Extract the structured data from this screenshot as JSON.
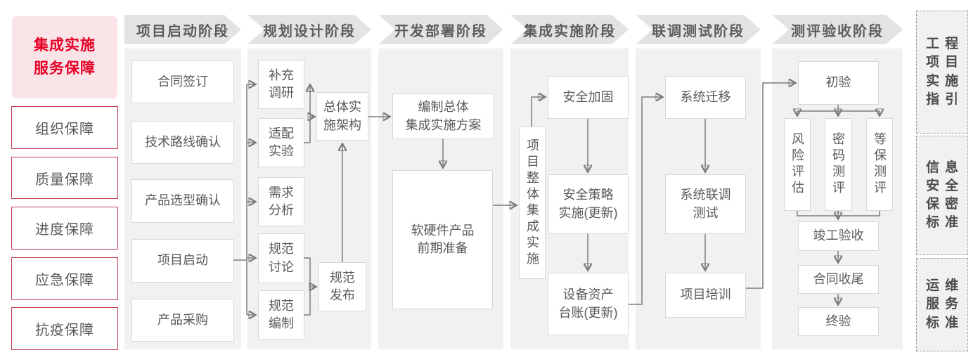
{
  "legend": {
    "title": "集成实施\n服务保障",
    "items": [
      {
        "label": "组织保障"
      },
      {
        "label": "质量保障"
      },
      {
        "label": "进度保障"
      },
      {
        "label": "应急保障"
      },
      {
        "label": "抗疫保障"
      }
    ]
  },
  "phases": [
    {
      "label": "项目启动阶段",
      "boxes": [
        {
          "label": "合同签订"
        },
        {
          "label": "技术路线确认"
        },
        {
          "label": "产品选型确认"
        },
        {
          "label": "项目启动"
        },
        {
          "label": "产品采购"
        }
      ]
    },
    {
      "label": "规划设计阶段",
      "boxes": [
        {
          "label": "补充\n调研"
        },
        {
          "label": "适配\n实验"
        },
        {
          "label": "需求\n分析"
        },
        {
          "label": "规范\n讨论"
        },
        {
          "label": "规范\n编制"
        },
        {
          "label": "总体实\n施架构"
        },
        {
          "label": "规范\n发布"
        }
      ]
    },
    {
      "label": "开发部署阶段",
      "boxes": [
        {
          "label": "编制总体\n集成实施方案"
        },
        {
          "label": "软硬件产品\n前期准备"
        }
      ]
    },
    {
      "label": "集成实施阶段",
      "boxes": [
        {
          "label": "项目整体集成实施"
        },
        {
          "label": "安全加固"
        },
        {
          "label": "安全策略\n实施(更新)"
        },
        {
          "label": "设备资产\n台账(更新)"
        }
      ]
    },
    {
      "label": "联调测试阶段",
      "boxes": [
        {
          "label": "系统迁移"
        },
        {
          "label": "系统联调\n测试"
        },
        {
          "label": "项目培训"
        }
      ]
    },
    {
      "label": "测评验收阶段",
      "boxes": [
        {
          "label": "初验"
        },
        {
          "label": "风险评估"
        },
        {
          "label": "密码测评"
        },
        {
          "label": "等保测评"
        },
        {
          "label": "竣工验收"
        },
        {
          "label": "合同收尾"
        },
        {
          "label": "终验"
        }
      ]
    }
  ],
  "standards": [
    {
      "label": "工程\n项目\n实施\n指引"
    },
    {
      "label": "信息\n安全\n保密\n标准"
    },
    {
      "label": "运维\n服务\n标准"
    }
  ],
  "colors": {
    "accent_red": "#e60025",
    "legend_pink_bg": "#fbe4e8",
    "legend_border_red": "#c23a50",
    "phase_header_bg": "#e3e3e3",
    "phase_panel_bg": "#f1f1f1",
    "box_border": "#d8d8d8",
    "text_gray": "#595959",
    "connector_gray": "#7c7c7c"
  }
}
